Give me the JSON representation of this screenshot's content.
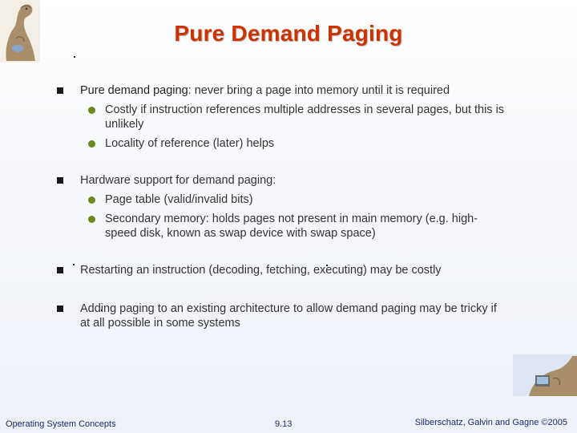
{
  "slide": {
    "title": "Pure Demand Paging",
    "bullets": [
      {
        "lead": "Pure demand paging",
        "text": ": never bring a page into memory until it is required",
        "subs": [
          "Costly if instruction references multiple addresses in several pages, but this is unlikely",
          "Locality of reference (later) helps"
        ]
      },
      {
        "text": "Hardware support for demand paging:",
        "subs": [
          "Page table (valid/invalid bits)",
          "Secondary memory: holds pages not present in main memory (e.g. high-speed disk, known as swap device with swap space)"
        ]
      },
      {
        "text": "Restarting an instruction (decoding, fetching, executing) may be costly"
      },
      {
        "text": "Adding paging to an existing architecture to allow demand paging may be tricky if at all possible in some systems"
      }
    ]
  },
  "footer": {
    "left": "Operating System Concepts",
    "center": "9.13",
    "right": "Silberschatz, Galvin and Gagne ©2005"
  },
  "colors": {
    "title": "#cc3300",
    "bullet_square": "#1a1a1a",
    "bullet_dot": "#6b8a1c",
    "footer": "#1a2a6c"
  },
  "icons": {
    "top_left": "dinosaur-logo-icon",
    "bottom_right": "dinosaur-logo-icon"
  }
}
